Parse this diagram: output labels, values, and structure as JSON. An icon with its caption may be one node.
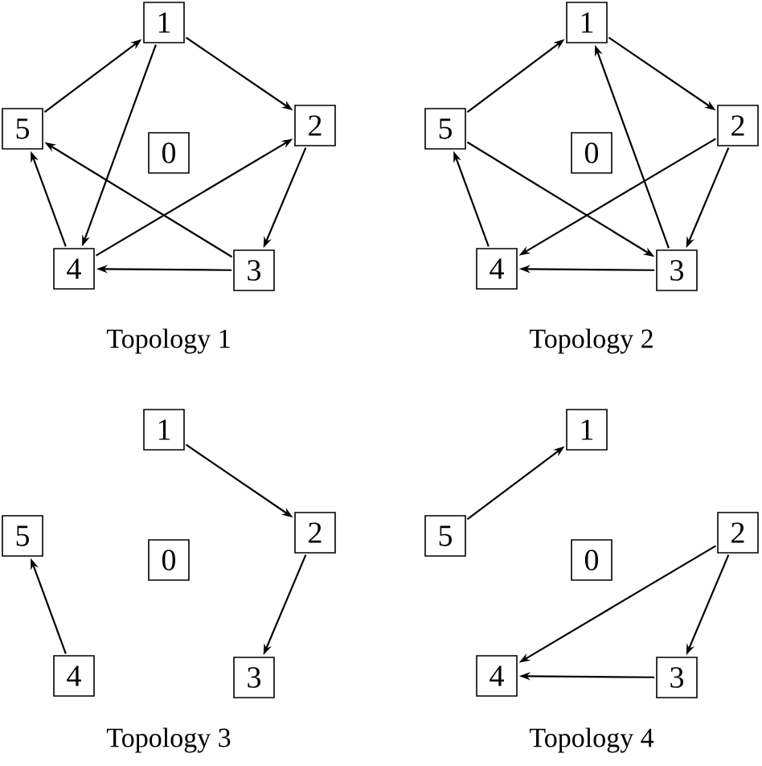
{
  "diagram": {
    "nodes": [
      {
        "text": [
          "0"
        ]
      },
      {
        "text": [
          "1"
        ]
      },
      {
        "text": [
          "2"
        ]
      },
      {
        "text": [
          "3"
        ]
      },
      {
        "text": [
          "4"
        ]
      },
      {
        "text": [
          "5"
        ]
      },
      {
        "text": [
          "0"
        ]
      },
      {
        "text": [
          "1"
        ]
      },
      {
        "text": [
          "2"
        ]
      },
      {
        "text": [
          "3"
        ]
      },
      {
        "text": [
          "4"
        ]
      },
      {
        "text": [
          "5"
        ]
      },
      {
        "text": [
          "0"
        ]
      },
      {
        "text": [
          "1"
        ]
      },
      {
        "text": [
          "2"
        ]
      },
      {
        "text": [
          "3"
        ]
      },
      {
        "text": [
          "4"
        ]
      },
      {
        "text": [
          "5"
        ]
      },
      {
        "text": [
          "0"
        ]
      },
      {
        "text": [
          "1"
        ]
      },
      {
        "text": [
          "2"
        ]
      },
      {
        "text": [
          "3"
        ]
      },
      {
        "text": [
          "4"
        ]
      },
      {
        "text": [
          "5"
        ]
      }
    ],
    "edges": [
      {
        "from": 5,
        "to": 1,
        "arrow": "to"
      },
      {
        "from": 1,
        "to": 2,
        "arrow": "to"
      },
      {
        "from": 1,
        "to": 4,
        "arrow": "to"
      },
      {
        "from": 2,
        "to": 3,
        "arrow": "to"
      },
      {
        "from": 3,
        "to": 4,
        "arrow": "to"
      },
      {
        "from": 3,
        "to": 5,
        "arrow": "to"
      },
      {
        "from": 4,
        "to": 5,
        "arrow": "to"
      },
      {
        "from": 4,
        "to": 2,
        "arrow": "to"
      },
      {
        "from": 11,
        "to": 7,
        "arrow": "to"
      },
      {
        "from": 7,
        "to": 8,
        "arrow": "to"
      },
      {
        "from": 9,
        "to": 7,
        "arrow": "to"
      },
      {
        "from": 8,
        "to": 9,
        "arrow": "to"
      },
      {
        "from": 8,
        "to": 10,
        "arrow": "to"
      },
      {
        "from": 11,
        "to": 9,
        "arrow": "to"
      },
      {
        "from": 10,
        "to": 11,
        "arrow": "to"
      },
      {
        "from": 9,
        "to": 10,
        "arrow": "to"
      },
      {
        "from": 13,
        "to": 14,
        "arrow": "to"
      },
      {
        "from": 14,
        "to": 15,
        "arrow": "to"
      },
      {
        "from": 16,
        "to": 17,
        "arrow": "to"
      },
      {
        "from": 23,
        "to": 19,
        "arrow": "to"
      },
      {
        "from": 20,
        "to": 21,
        "arrow": "to"
      },
      {
        "from": 20,
        "to": 22,
        "arrow": "to"
      },
      {
        "from": 21,
        "to": 22,
        "arrow": "to"
      }
    ],
    "labels": [
      "Topology 1",
      "Topology 2",
      "Topology 3",
      "Topology 4"
    ]
  }
}
